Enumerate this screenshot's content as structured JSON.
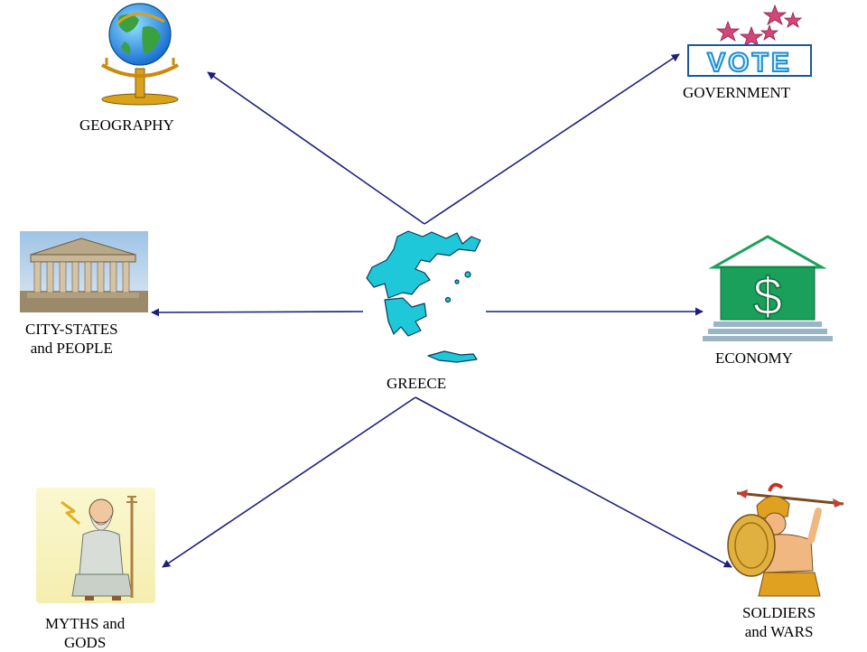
{
  "center": {
    "label": "GREECE"
  },
  "topics": [
    {
      "id": "geography",
      "label": "GEOGRAPHY",
      "icon": "globe-icon"
    },
    {
      "id": "government",
      "label": "GOVERNMENT",
      "icon": "vote-sign-icon",
      "sign_text": "VOTE"
    },
    {
      "id": "city-states",
      "label_line1": "CITY-STATES",
      "label_line2": "and PEOPLE",
      "icon": "parthenon-icon"
    },
    {
      "id": "economy",
      "label": "ECONOMY",
      "icon": "dollar-bank-icon",
      "sign_text": "$"
    },
    {
      "id": "myths",
      "label_line1": "MYTHS and",
      "label_line2": "GODS",
      "icon": "zeus-icon"
    },
    {
      "id": "soldiers",
      "label_line1": "SOLDIERS",
      "label_line2": "and WARS",
      "icon": "greek-soldier-icon"
    }
  ],
  "colors": {
    "arrow": "#1a1f7a",
    "map_fill": "#1ec8d8",
    "map_stroke": "#0a3a5a",
    "vote_blue": "#1b8fd0",
    "star_pink": "#d4457a",
    "bank_green": "#1aa05a",
    "globe_gold": "#d9a21a"
  }
}
